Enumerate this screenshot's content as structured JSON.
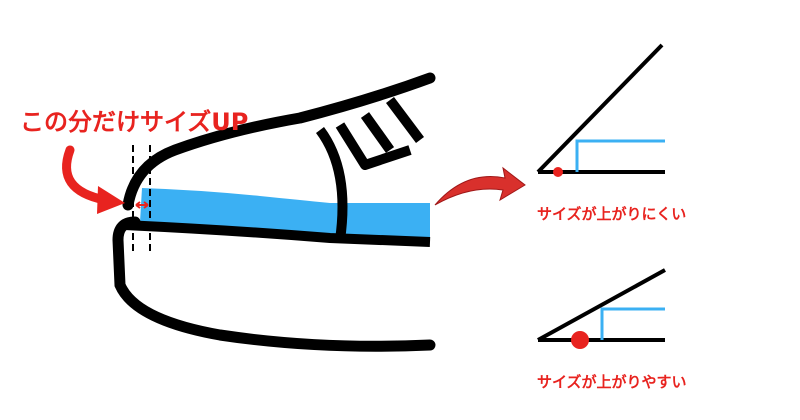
{
  "callout": "この分だけサイズUP",
  "top_case": "サイズが上がりにくい",
  "bottom_case": "サイズが上がりやすい",
  "colors": {
    "accent_red": "#e8231f",
    "blue": "#3bb0f3",
    "black": "#000000"
  }
}
